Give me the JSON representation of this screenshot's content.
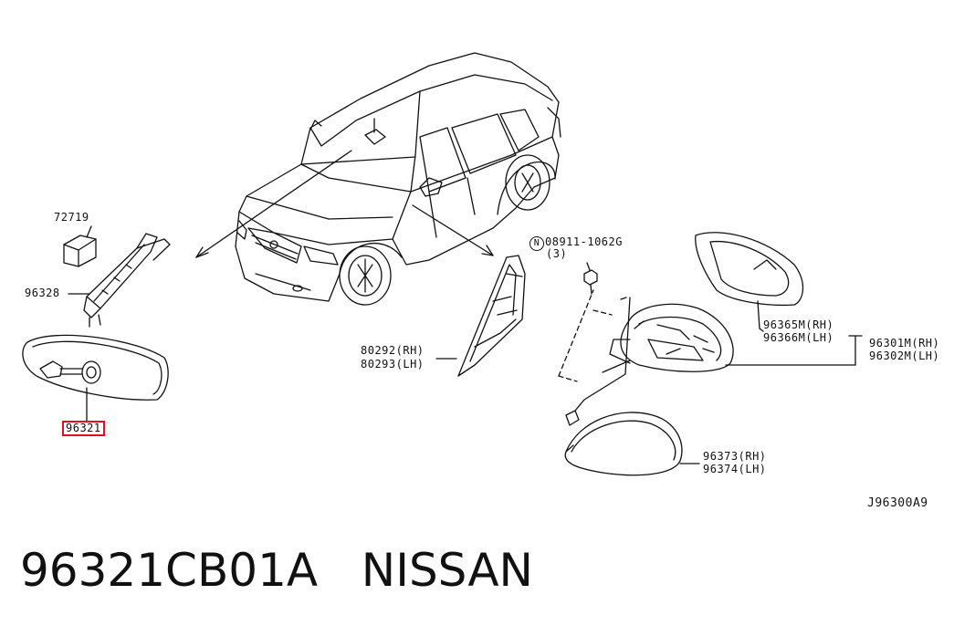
{
  "labels": {
    "p72719": "72719",
    "p96328": "96328",
    "p96321": "96321",
    "p80292": "80292(RH)",
    "p80293": "80293(LH)",
    "p08911_symbol": "N",
    "p08911": "08911-1062G",
    "p08911_qty": "(3)",
    "p96365": "96365M(RH)",
    "p96366": "96366M(LH)",
    "p96301": "96301M(RH)",
    "p96302": "96302M(LH)",
    "p96373": "96373(RH)",
    "p96374": "96374(LH)",
    "diagram_code": "J96300A9"
  },
  "caption": {
    "part_number": "96321CB01A",
    "brand": "NISSAN"
  },
  "colors": {
    "line": "#111111",
    "highlight": "#e0101e",
    "background": "#ffffff"
  }
}
